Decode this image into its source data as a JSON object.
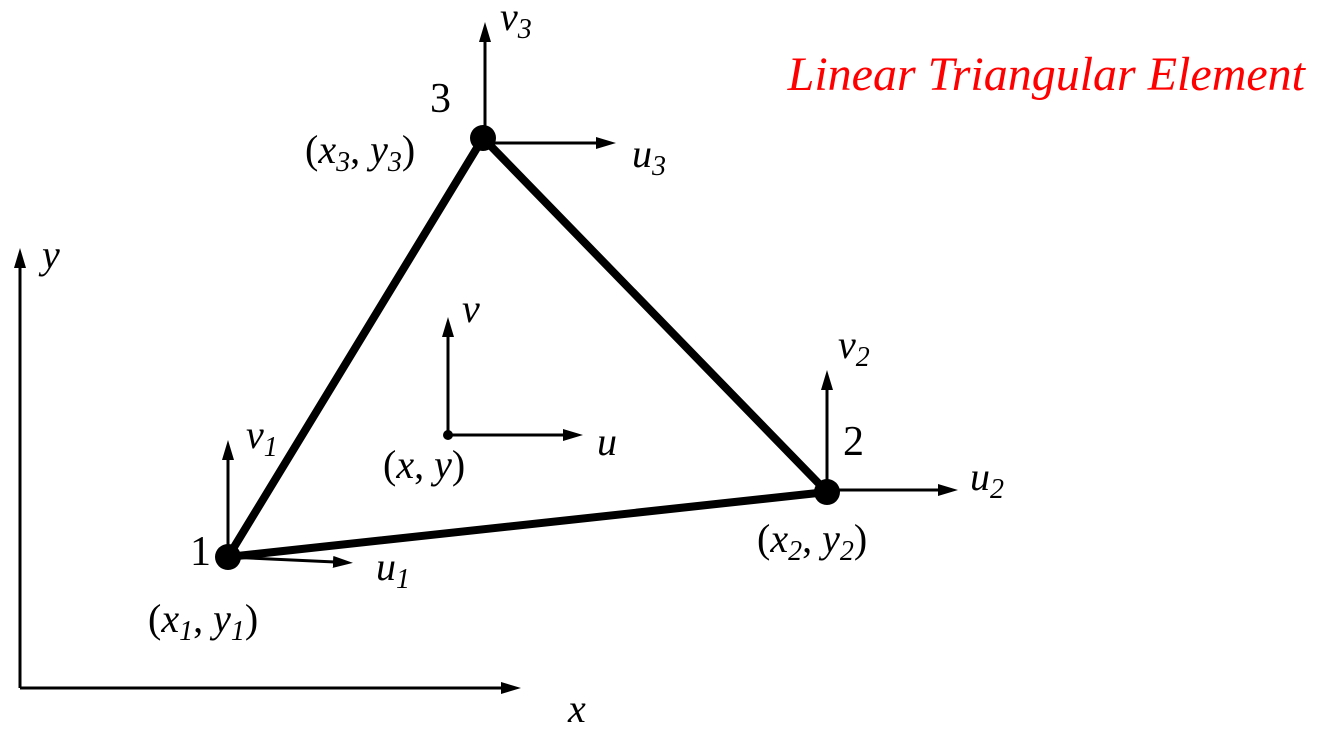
{
  "title": "Linear Triangular Element",
  "colors": {
    "title": "#ff0000",
    "ink": "#000000",
    "background": "#ffffff"
  },
  "global_axes": {
    "x_label": "x",
    "y_label": "y"
  },
  "nodes": [
    {
      "number": "1",
      "coord_x": "x",
      "coord_y": "y",
      "sub": "1",
      "u_label": "u",
      "v_label": "v",
      "dof_sub": "1"
    },
    {
      "number": "2",
      "coord_x": "x",
      "coord_y": "y",
      "sub": "2",
      "u_label": "u",
      "v_label": "v",
      "dof_sub": "2"
    },
    {
      "number": "3",
      "coord_x": "x",
      "coord_y": "y",
      "sub": "3",
      "u_label": "u",
      "v_label": "v",
      "dof_sub": "3"
    }
  ],
  "interior_point": {
    "coord_x": "x",
    "coord_y": "y",
    "u_label": "u",
    "v_label": "v"
  }
}
